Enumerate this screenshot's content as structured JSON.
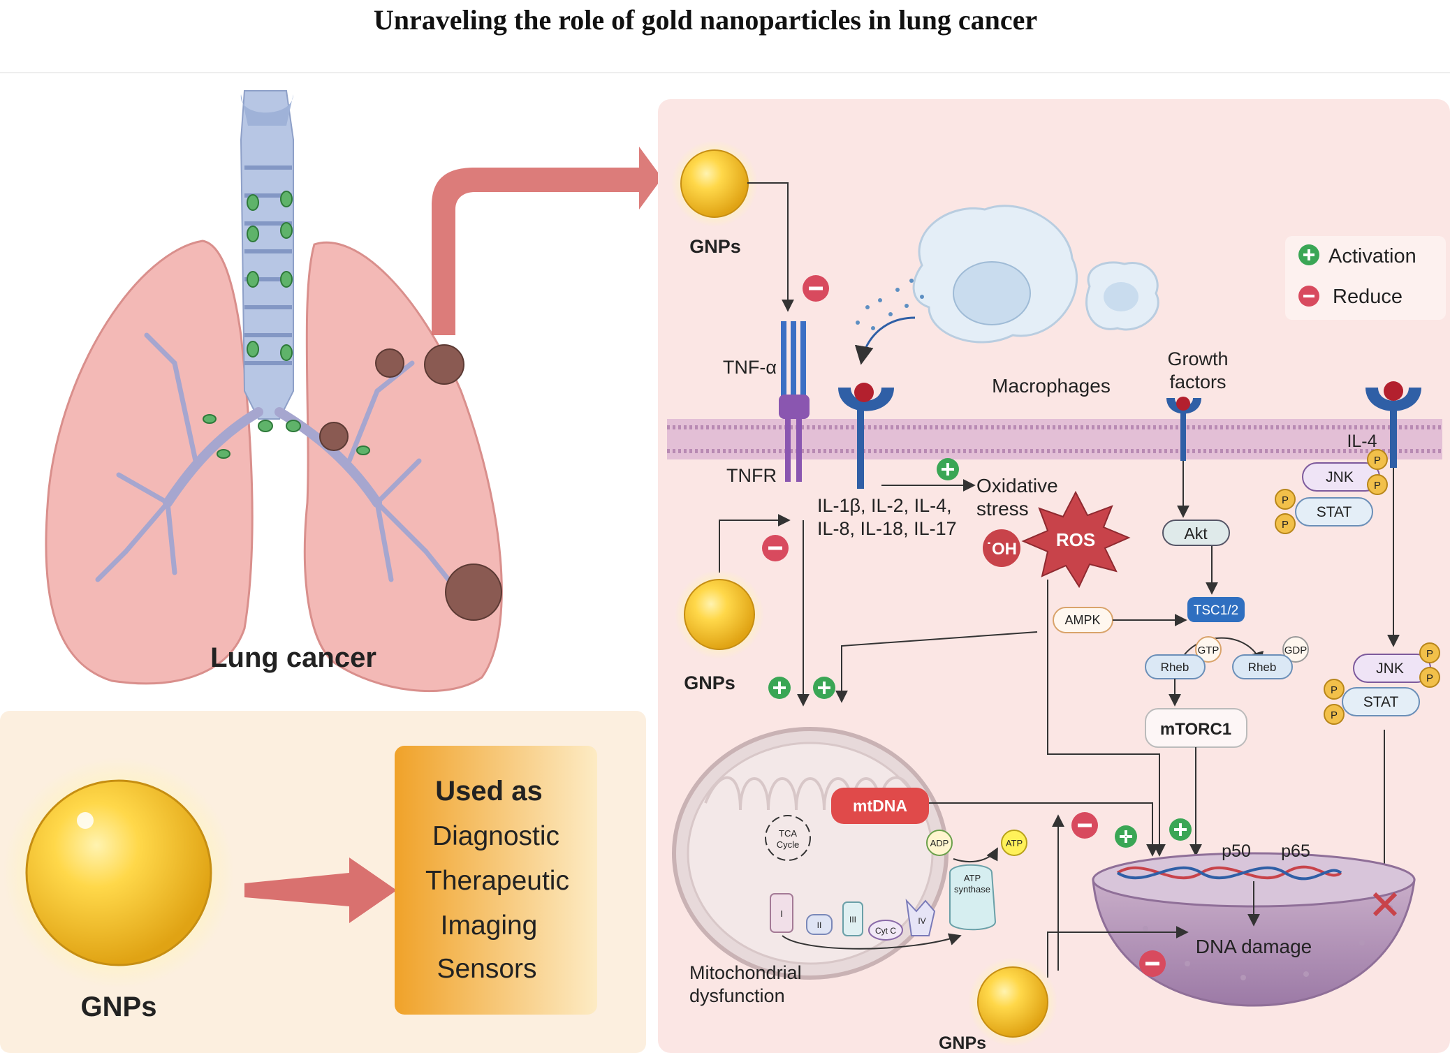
{
  "title": "Unraveling the role of gold nanoparticles in lung cancer",
  "lung": {
    "label": "Lung cancer"
  },
  "gnps_label": "GNPs",
  "uses": {
    "heading": "Used as",
    "items": [
      "Diagnostic",
      "Therapeutic",
      "Imaging",
      "Sensors"
    ]
  },
  "legend": {
    "activation": "Activation",
    "reduce": "Reduce"
  },
  "pathway": {
    "tnf_alpha": "TNF-α",
    "tnfr": "TNFR",
    "cytokines_line1": "IL-1β, IL-2, IL-4,",
    "cytokines_line2": "IL-8, IL-18, IL-17",
    "macrophages": "Macrophages",
    "oxidative_line1": "Oxidative",
    "oxidative_line2": "stress",
    "oh": "˙OH",
    "ros": "ROS",
    "growth_line1": "Growth",
    "growth_line2": "factors",
    "akt": "Akt",
    "tsc": "TSC1/2",
    "ampk": "AMPK",
    "gtp": "GTP",
    "gdp": "GDP",
    "rheb": "Rheb",
    "mtorc1": "mTORC1",
    "il4": "IL-4",
    "jnk": "JNK",
    "stat": "STAT",
    "p": "P",
    "mtdna": "mtDNA",
    "tca_line1": "TCA",
    "tca_line2": "Cycle",
    "adp": "ADP",
    "atp": "ATP",
    "atp_synthase_line1": "ATP",
    "atp_synthase_line2": "synthase",
    "complex_i": "I",
    "complex_ii": "II",
    "complex_iii": "III",
    "cyt_c": "Cyt C",
    "complex_iv": "IV",
    "mito_line1": "Mitochondrial",
    "mito_line2": "dysfunction",
    "p50": "p50",
    "p65": "p65",
    "dna_damage": "DNA damage"
  },
  "colors": {
    "gold": "#f4c02c",
    "activation": "#3aa655",
    "reduce": "#d84a5e",
    "panel_bg": "#fbe6e4",
    "arrow_big": "#d9716f",
    "ros": "#c8434a"
  }
}
